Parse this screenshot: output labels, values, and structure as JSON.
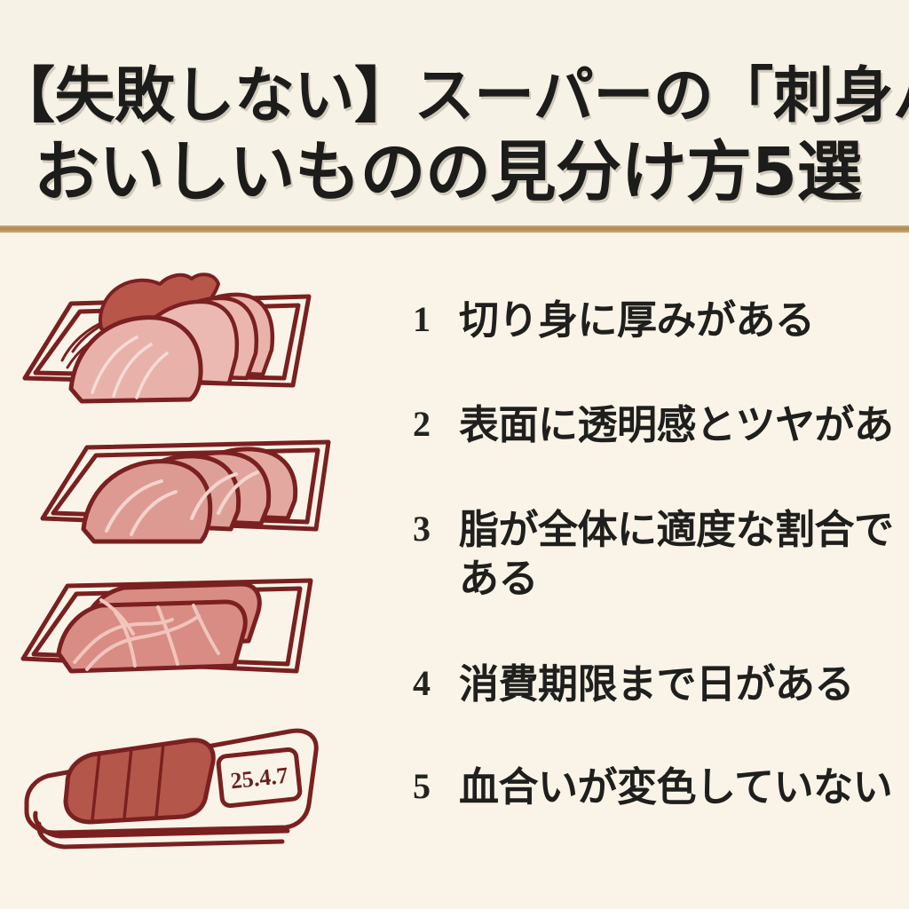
{
  "page": {
    "background_color": "#faf4e8",
    "header_background_color": "#f7f2e6",
    "divider_color": "#b8925a",
    "text_color": "#1f1f1d"
  },
  "header": {
    "title_line_1": "【失敗しない】スーパーの「刺身パック」",
    "title_line_2": "おいしいものの見分け方5選"
  },
  "list": {
    "items": [
      {
        "number": "1",
        "text": "切り身に厚みがある",
        "text_line_2": ""
      },
      {
        "number": "2",
        "text": "表面に透明感とツヤがあ",
        "text_line_2": ""
      },
      {
        "number": "3",
        "text": "脂が全体に適度な割合で",
        "text_line_2": "ある"
      },
      {
        "number": "4",
        "text": "消費期限まで日がある",
        "text_line_2": ""
      },
      {
        "number": "5",
        "text": "血合いが変色していない",
        "text_line_2": ""
      }
    ]
  },
  "illustrations": {
    "pack_1": {
      "name": "sashimi-pack-sliced-with-garnish",
      "tray_color": "#7a2020",
      "meat_color": "#e3a79f",
      "garnish_color": "#b8564a"
    },
    "pack_2": {
      "name": "sashimi-pack-thick-slices",
      "tray_color": "#7a2020",
      "meat_color": "#dd9a92"
    },
    "pack_3": {
      "name": "sashimi-pack-marbled-blocks",
      "tray_color": "#7a2020",
      "meat_color": "#d98c84",
      "marbling_color": "#f0c5bc"
    },
    "pack_4": {
      "name": "sashimi-pack-with-date-label",
      "tray_color": "#7a2020",
      "meat_color": "#b5564a",
      "date_label": "25.4.7"
    }
  }
}
